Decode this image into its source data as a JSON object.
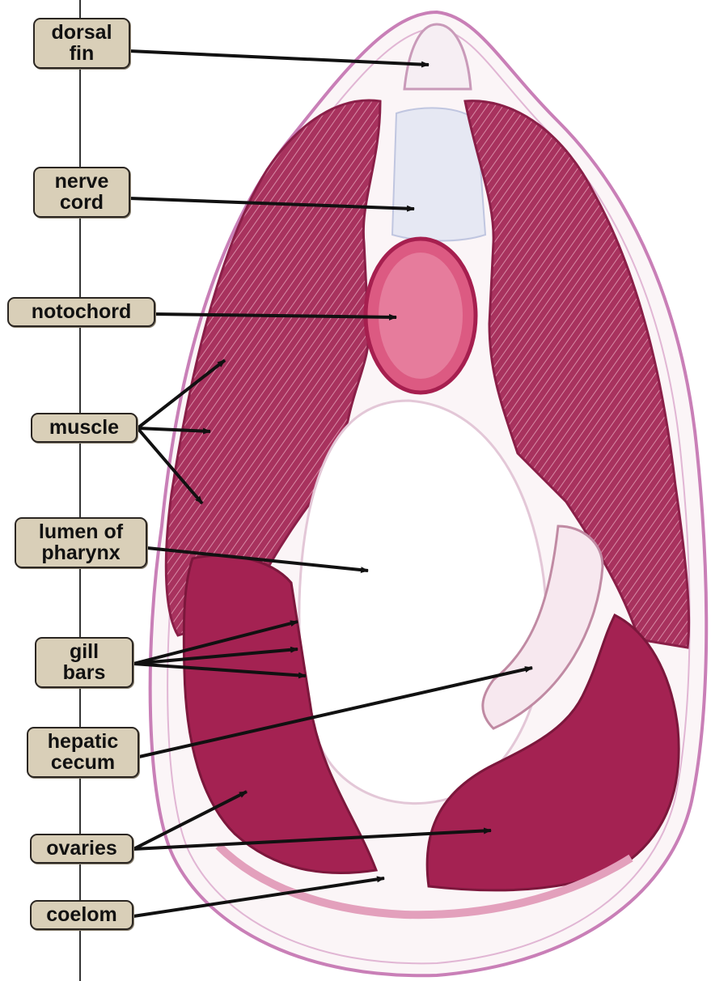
{
  "figure": {
    "subject": "cross-section",
    "colors": {
      "tissue_magenta": "#b0285a",
      "tissue_pink": "#e35a7a",
      "connective_blue": "#c8cde6",
      "label_fill": "#d9cfb8",
      "label_border": "#2b2622",
      "arrow": "#111111",
      "guide_line": "#333333"
    }
  },
  "labels": [
    {
      "id": "dorsal-fin",
      "lines": [
        "dorsal",
        "fin"
      ]
    },
    {
      "id": "nerve-cord",
      "lines": [
        "nerve",
        "cord"
      ]
    },
    {
      "id": "notochord",
      "lines": [
        "notochord"
      ]
    },
    {
      "id": "muscle",
      "lines": [
        "muscle"
      ]
    },
    {
      "id": "lumen-of-pharynx",
      "lines": [
        "lumen of",
        "pharynx"
      ]
    },
    {
      "id": "gill-bars",
      "lines": [
        "gill",
        "bars"
      ]
    },
    {
      "id": "hepatic-cecum",
      "lines": [
        "hepatic",
        "cecum"
      ]
    },
    {
      "id": "ovaries",
      "lines": [
        "ovaries"
      ]
    },
    {
      "id": "coelom",
      "lines": [
        "coelom"
      ]
    }
  ]
}
